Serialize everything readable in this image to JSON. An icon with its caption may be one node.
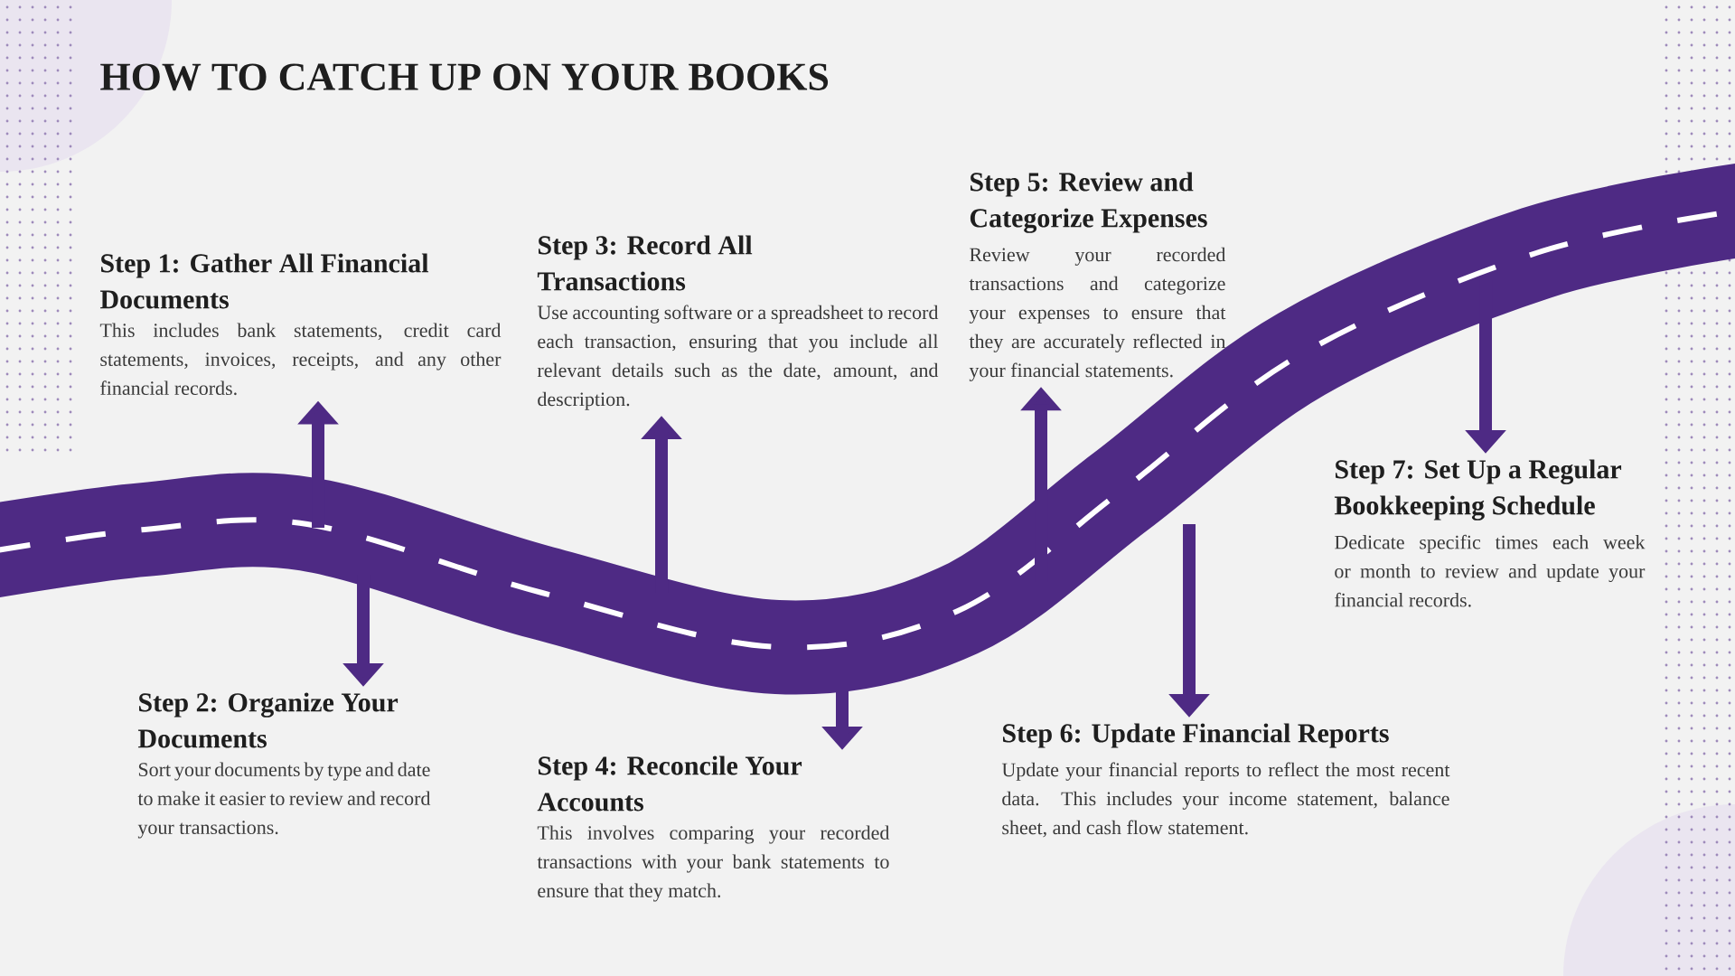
{
  "diagram": {
    "title": "HOW TO CATCH UP ON YOUR BOOKS",
    "nodes": [
      {
        "text": [
          "Step 1: Gather All Financial Documents",
          "This includes bank statements, credit card statements, invoices, receipts, and any other financial records."
        ]
      },
      {
        "text": [
          "Step 2: Organize Your Documents",
          "Sort your documents by type and date to make it easier to review and record your transactions."
        ]
      },
      {
        "text": [
          "Step 3: Record All Transactions",
          "Use accounting software or a spreadsheet to record each transaction, ensuring that you include all relevant details such as the date, amount, and description."
        ]
      },
      {
        "text": [
          "Step 4: Reconcile Your Accounts",
          "This involves comparing your recorded transactions with your bank statements to ensure that they match."
        ]
      },
      {
        "text": [
          "Step 5: Review and Categorize Expenses",
          "Review your recorded transactions and categorize your expenses to ensure that they are accurately reflected in your financial statements."
        ]
      },
      {
        "text": [
          "Step 6: Update Financial Reports",
          "Update your financial reports to reflect the most recent data. This includes your income statement, balance sheet, and cash flow statement."
        ]
      },
      {
        "text": [
          "Step 7: Set Up a Regular Bookkeeping Schedule",
          "Dedicate specific times each week or month to review and update your financial records."
        ]
      }
    ],
    "edges": [
      {
        "from": null,
        "to": 0,
        "arrow": "to"
      },
      {
        "from": null,
        "to": 1,
        "arrow": "to"
      },
      {
        "from": null,
        "to": 2,
        "arrow": "to"
      },
      {
        "from": null,
        "to": 3,
        "arrow": "to"
      },
      {
        "from": null,
        "to": 4,
        "arrow": "to"
      },
      {
        "from": null,
        "to": 5,
        "arrow": "to"
      },
      {
        "from": null,
        "to": 6,
        "arrow": "to"
      }
    ]
  }
}
